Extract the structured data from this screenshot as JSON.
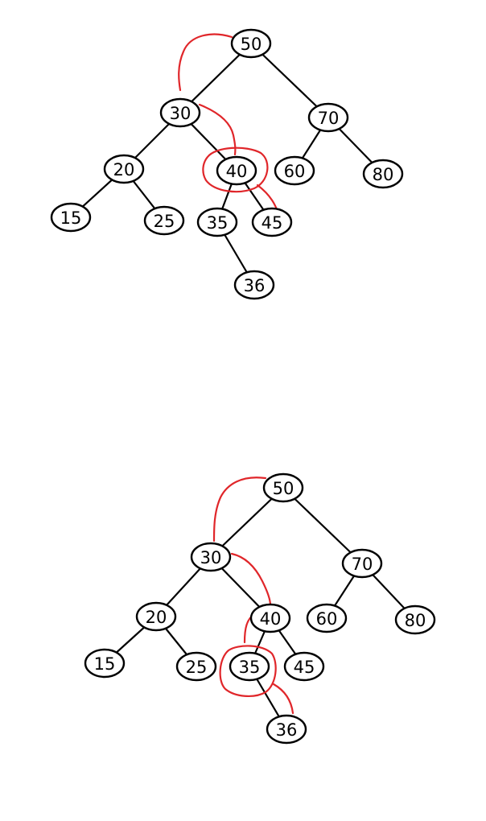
{
  "colors": {
    "ink": "#000000",
    "highlight": "#e0262a",
    "background": "#ffffff"
  },
  "trees": [
    {
      "nodes": [
        {
          "id": "n50",
          "label": "50"
        },
        {
          "id": "n30",
          "label": "30"
        },
        {
          "id": "n70",
          "label": "70"
        },
        {
          "id": "n20",
          "label": "20"
        },
        {
          "id": "n40",
          "label": "40"
        },
        {
          "id": "n60",
          "label": "60"
        },
        {
          "id": "n80",
          "label": "80"
        },
        {
          "id": "n15",
          "label": "15"
        },
        {
          "id": "n25",
          "label": "25"
        },
        {
          "id": "n35",
          "label": "35"
        },
        {
          "id": "n45",
          "label": "45"
        },
        {
          "id": "n36",
          "label": "36"
        }
      ],
      "edges": [
        [
          "n50",
          "n30"
        ],
        [
          "n50",
          "n70"
        ],
        [
          "n30",
          "n20"
        ],
        [
          "n30",
          "n40"
        ],
        [
          "n70",
          "n60"
        ],
        [
          "n70",
          "n80"
        ],
        [
          "n20",
          "n15"
        ],
        [
          "n20",
          "n25"
        ],
        [
          "n40",
          "n35"
        ],
        [
          "n40",
          "n45"
        ],
        [
          "n35",
          "n36"
        ]
      ]
    },
    {
      "nodes": [
        {
          "id": "m50",
          "label": "50"
        },
        {
          "id": "m30",
          "label": "30"
        },
        {
          "id": "m70",
          "label": "70"
        },
        {
          "id": "m20",
          "label": "20"
        },
        {
          "id": "m40",
          "label": "40"
        },
        {
          "id": "m60",
          "label": "60"
        },
        {
          "id": "m80",
          "label": "80"
        },
        {
          "id": "m15",
          "label": "15"
        },
        {
          "id": "m25",
          "label": "25"
        },
        {
          "id": "m35",
          "label": "35"
        },
        {
          "id": "m45",
          "label": "45"
        },
        {
          "id": "m36",
          "label": "36"
        }
      ],
      "edges": [
        [
          "m50",
          "m30"
        ],
        [
          "m50",
          "m70"
        ],
        [
          "m30",
          "m20"
        ],
        [
          "m30",
          "m40"
        ],
        [
          "m70",
          "m60"
        ],
        [
          "m70",
          "m80"
        ],
        [
          "m20",
          "m15"
        ],
        [
          "m20",
          "m25"
        ],
        [
          "m40",
          "m35"
        ],
        [
          "m40",
          "m45"
        ],
        [
          "m35",
          "m36"
        ]
      ]
    }
  ]
}
